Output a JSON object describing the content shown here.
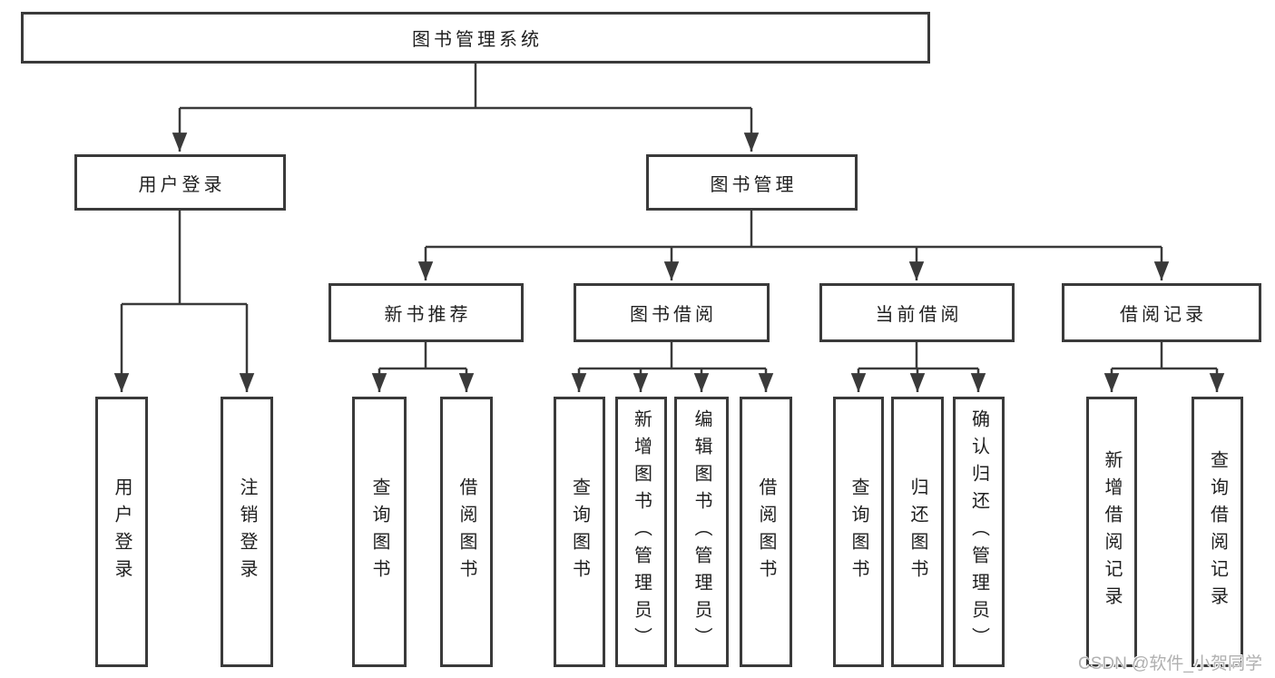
{
  "nodes": {
    "root": "图书管理系统",
    "user_login": "用户登录",
    "book_management": "图书管理",
    "new_book_recommendation": "新书推荐",
    "book_borrowing": "图书借阅",
    "current_borrowing": "当前借阅",
    "borrowing_records": "借阅记录",
    "leaves": {
      "user_login": "用户登录",
      "logout": "注销登录",
      "query_books_rec": "查询图书",
      "borrow_books_rec": "借阅图书",
      "query_books_borrow": "查询图书",
      "add_books_admin": "新增图书（管理员）",
      "edit_books_admin": "编辑图书（管理员）",
      "borrow_books_borrow": "借阅图书",
      "query_books_current": "查询图书",
      "return_books": "归还图书",
      "confirm_return_admin": "确认归还（管理员）",
      "add_borrow_record": "新增借阅记录",
      "query_borrow_record": "查询借阅记录"
    }
  },
  "watermark": "CSDN @软件_小贺同学",
  "colors": {
    "line": "#3a3a3a",
    "text": "#1f1f1f",
    "background": "#ffffff",
    "watermark": "#b0b0b0"
  }
}
